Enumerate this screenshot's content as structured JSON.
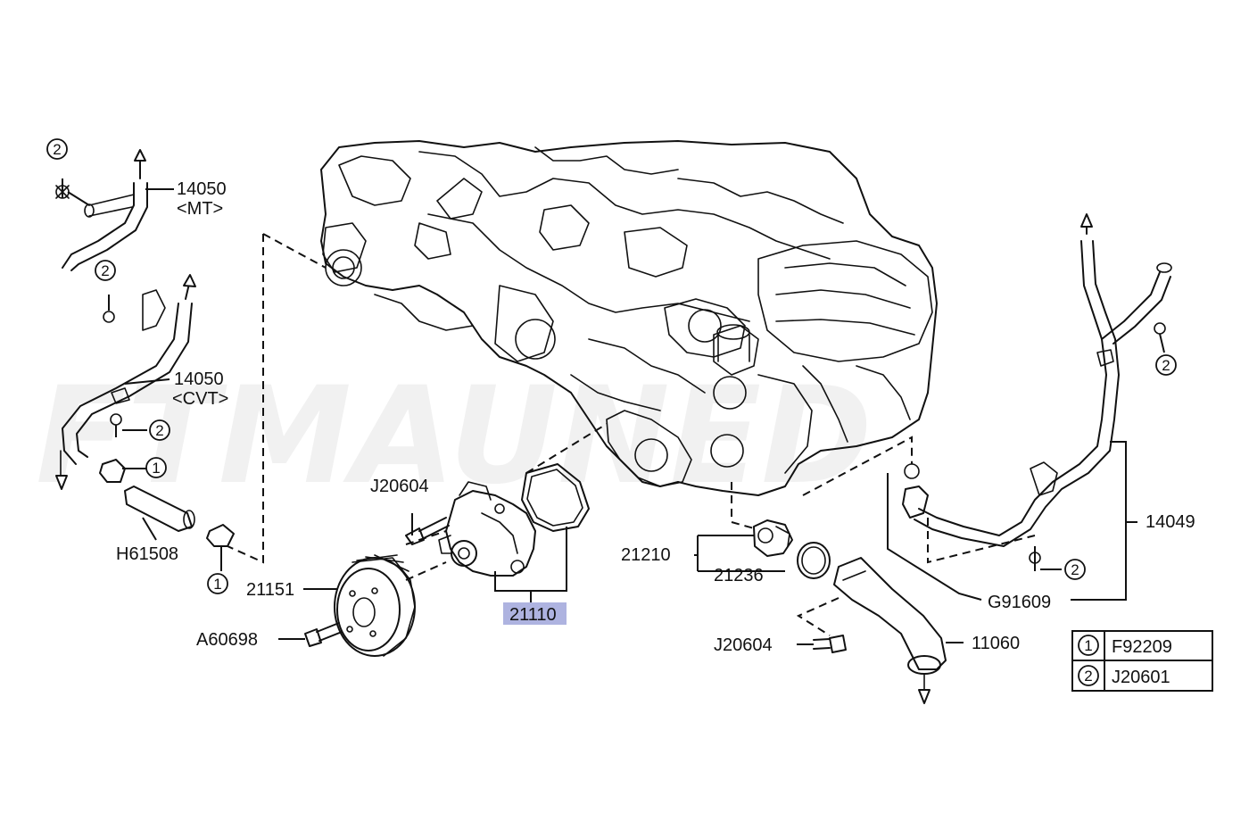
{
  "watermark": "FTMAUNED",
  "labels": {
    "p14050_mt": "14050",
    "p14050_mt_sub": "<MT>",
    "p14050_cvt": "14050",
    "p14050_cvt_sub": "<CVT>",
    "pH61508": "H61508",
    "pJ20604_a": "J20604",
    "p21151": "21151",
    "pA60698": "A60698",
    "p21110": "21110",
    "p21210": "21210",
    "p21236": "21236",
    "pJ20604_b": "J20604",
    "p11060": "11060",
    "pG91609": "G91609",
    "p14049": "14049"
  },
  "callouts": {
    "one": "1",
    "two": "2"
  },
  "legend": {
    "rows": [
      {
        "key": "1",
        "part": "F92209"
      },
      {
        "key": "2",
        "part": "J20601"
      }
    ]
  },
  "highlight": {
    "part": "21110",
    "color": "#aeb3e0"
  }
}
